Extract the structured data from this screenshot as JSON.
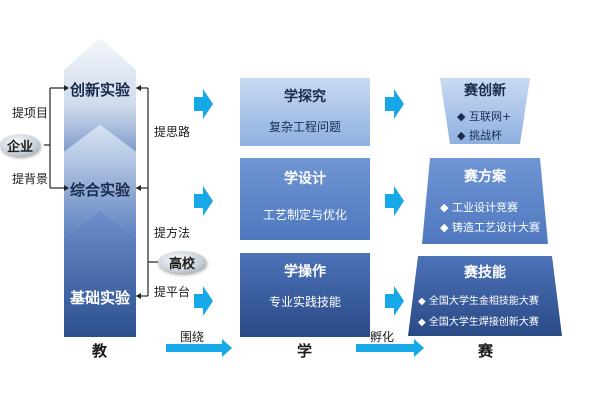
{
  "left": {
    "oval_label": "企业",
    "top_label": "提项目",
    "bottom_label": "提背景"
  },
  "column_teach": {
    "top": "创新实验",
    "middle": "综合实验",
    "bottom": "基础实验",
    "bottom_caption": "教"
  },
  "right_of_column": {
    "top": "提思路",
    "middle": "提方法",
    "oval_label": "高校",
    "bottom": "提平台"
  },
  "learn": {
    "boxes": [
      {
        "title": "学探究",
        "sub": "复杂工程问题"
      },
      {
        "title": "学设计",
        "sub": "工艺制定与优化"
      },
      {
        "title": "学操作",
        "sub": "专业实践技能"
      }
    ],
    "caption": "学"
  },
  "compete": {
    "top": {
      "title": "赛创新",
      "items": [
        "互联网+",
        "挑战杯"
      ]
    },
    "middle": {
      "title": "赛方案",
      "items": [
        "工业设计竞赛",
        "铸造工艺设计大赛"
      ]
    },
    "bottom": {
      "title": "赛技能",
      "items": [
        "全国大学生金相技能大赛",
        "全国大学生焊接创新大赛"
      ]
    },
    "caption": "赛"
  },
  "arrows": {
    "around": "围绕",
    "incubate": "孵化"
  },
  "colors": {
    "dark_blue": "#2e4f8c",
    "mid_blue": "#5b82c8",
    "light_blue": "#a9c3ea",
    "cyan_arrow": "#17a8e8"
  }
}
